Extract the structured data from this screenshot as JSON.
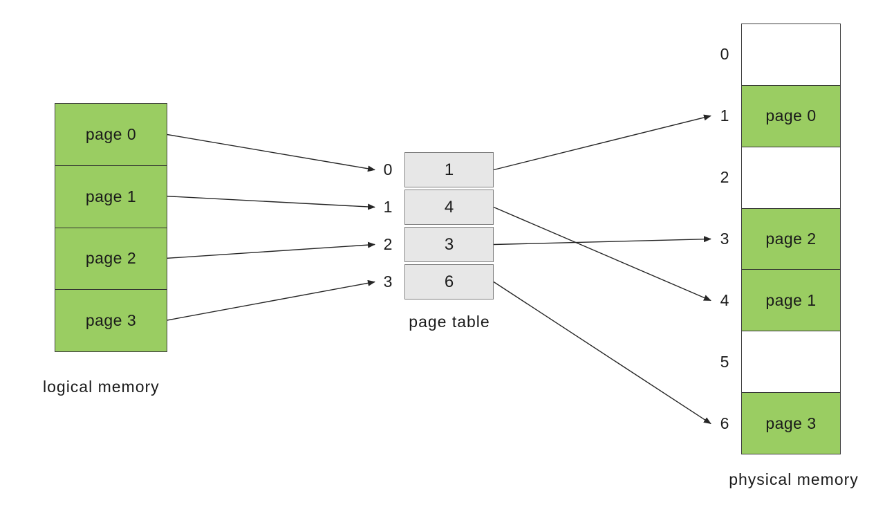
{
  "colors": {
    "page_fill": "#9ACD62",
    "page_border": "#3c3c3c",
    "table_fill": "#E7E7E7",
    "table_border": "#7d7d7d",
    "arrow": "#262626",
    "text": "#1a1a1a",
    "background": "#ffffff"
  },
  "logical_memory": {
    "label": "logical memory",
    "pages": [
      "page 0",
      "page 1",
      "page 2",
      "page 3"
    ]
  },
  "page_table": {
    "label": "page table",
    "indices": [
      "0",
      "1",
      "2",
      "3"
    ],
    "values": [
      "1",
      "4",
      "3",
      "6"
    ]
  },
  "physical_memory": {
    "label": "physical memory",
    "frames": [
      {
        "index": "0",
        "content": ""
      },
      {
        "index": "1",
        "content": "page 0"
      },
      {
        "index": "2",
        "content": ""
      },
      {
        "index": "3",
        "content": "page 2"
      },
      {
        "index": "4",
        "content": "page 1"
      },
      {
        "index": "5",
        "content": ""
      },
      {
        "index": "6",
        "content": "page 3"
      }
    ]
  },
  "arrows": {
    "logical_to_table": [
      [
        0,
        0
      ],
      [
        1,
        1
      ],
      [
        2,
        2
      ],
      [
        3,
        3
      ]
    ],
    "table_to_physical": [
      [
        0,
        1
      ],
      [
        1,
        4
      ],
      [
        2,
        3
      ],
      [
        3,
        6
      ]
    ]
  }
}
